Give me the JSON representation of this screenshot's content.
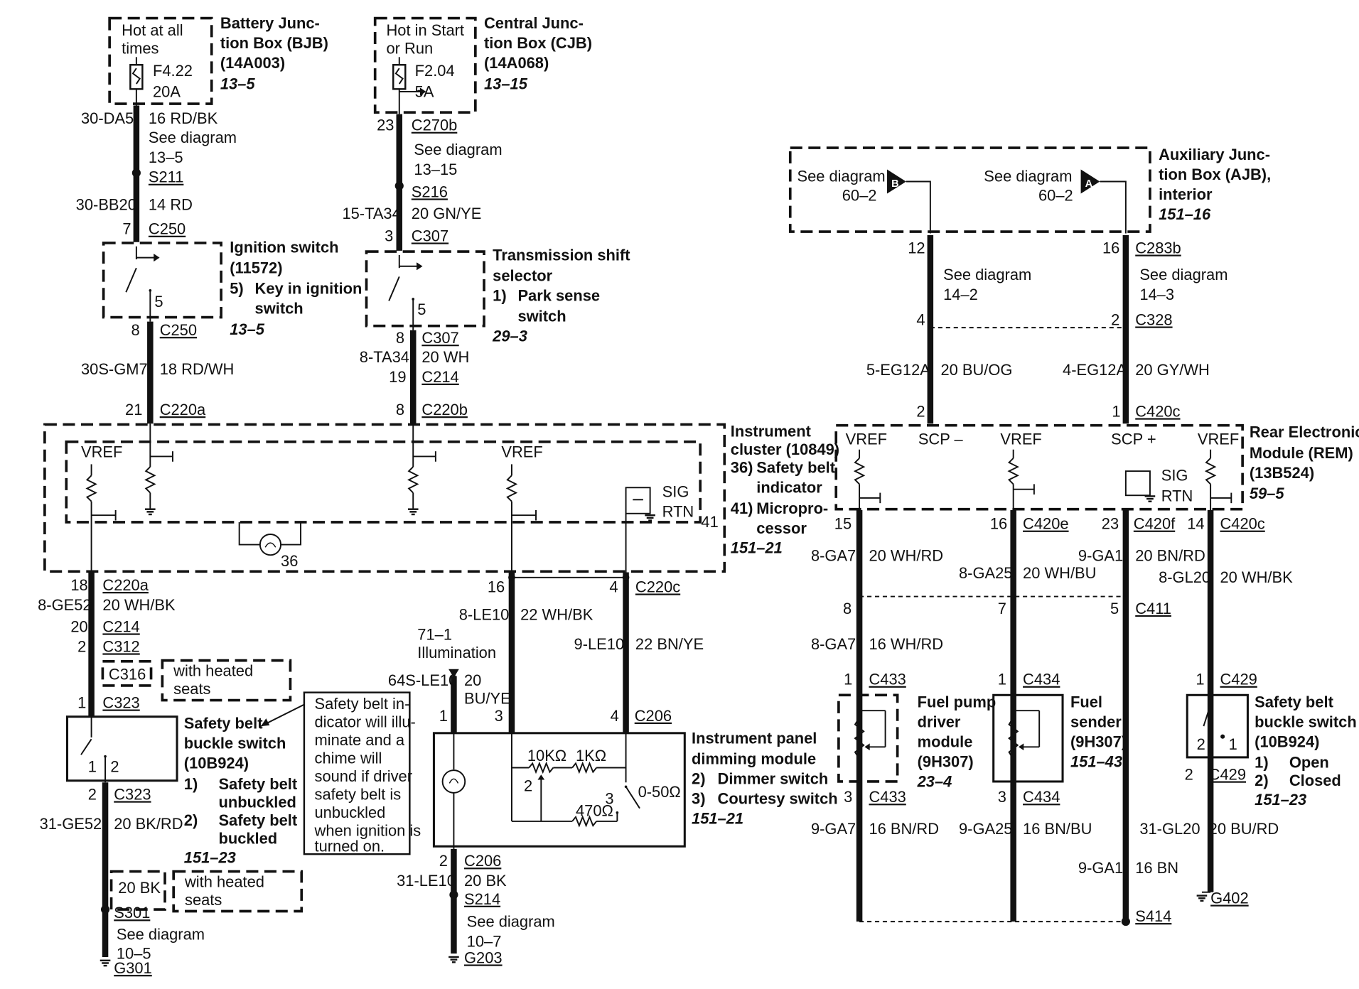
{
  "bjb": {
    "note1": "Hot at all",
    "note2": "times",
    "fuse_id": "F4.22",
    "fuse_rating": "20A",
    "title1": "Battery Junc-",
    "title2": "tion Box (BJB)",
    "title3": "(14A003)",
    "ref": "13–5"
  },
  "cjb": {
    "note1": "Hot in Start",
    "note2": "or Run",
    "fuse_id": "F2.04",
    "fuse_rating": "5A",
    "title1": "Central Junc-",
    "title2": "tion Box (CJB)",
    "title3": "(14A068)",
    "ref": "13–15"
  },
  "ajb": {
    "see1": "See diagram",
    "see1_ref": "60–2",
    "conn1": "B",
    "see2": "See diagram",
    "see2_ref": "60–2",
    "conn2": "A",
    "title1": "Auxiliary Junc-",
    "title2": "tion Box (AJB),",
    "title3": "interior",
    "ref": "151–16"
  },
  "ign": {
    "circuit1": "30-DA5",
    "wire1": "16 RD/BK",
    "see1": "See diagram",
    "see1_ref": "13–5",
    "splice": "S211",
    "circuit2": "30-BB20",
    "wire2": "14 RD",
    "pin_in": "7",
    "conn_in": "C250",
    "pin_sw": "5",
    "title1": "Ignition switch",
    "title2": "(11572)",
    "note_num": "5)",
    "note1": "Key in ignition",
    "note2": "switch",
    "ref": "13–5",
    "pin_out": "8",
    "conn_out": "C250",
    "circuit3": "30S-GM7",
    "wire3": "18 RD/WH",
    "pin_ic": "21",
    "conn_ic": "C220a"
  },
  "trans": {
    "pin_c270": "23",
    "conn_c270": "C270b",
    "see1": "See diagram",
    "see1_ref": "13–15",
    "splice": "S216",
    "circuit1": "15-TA34",
    "wire1": "20 GN/YE",
    "pin_in": "3",
    "conn_in": "C307",
    "pin_sw": "5",
    "title1": "Transmission shift",
    "title2": "selector",
    "note_num": "1)",
    "note1": "Park sense",
    "note2": "switch",
    "ref": "29–3",
    "pin_out": "8",
    "conn_out": "C307",
    "circuit2": "8-TA34",
    "wire2": "20 WH",
    "pin_c214": "19",
    "conn_c214": "C214",
    "pin_ic": "8",
    "conn_ic": "C220b"
  },
  "cluster": {
    "vref1": "VREF",
    "vref2": "VREF",
    "sig": "SIG",
    "rtn": "RTN",
    "pin41": "41",
    "lamp": "36",
    "title1": "Instrument",
    "title2": "cluster (10849)",
    "n36": "36)",
    "t36a": "Safety belt",
    "t36b": "indicator",
    "n41": "41)",
    "t41a": "Micropro-",
    "t41b": "cessor",
    "ref": "151–21"
  },
  "belt": {
    "pin_c220": "18",
    "conn_c220": "C220a",
    "circuit1": "8-GE52",
    "wire1": "20 WH/BK",
    "pin_c214": "20",
    "conn_c214": "C214",
    "pin_c312": "2",
    "conn_c312": "C312",
    "conn_c316": "C316",
    "heated1a": "with heated",
    "heated1b": "seats",
    "pin_c323": "1",
    "conn_c323": "C323",
    "pin_sw1": "1",
    "pin_sw2": "2",
    "title1": "Safety belt",
    "title2": "buckle switch",
    "title3": "(10B924)",
    "n1": "1)",
    "s1a": "Safety belt",
    "s1b": "unbuckled",
    "n2": "2)",
    "s2a": "Safety belt",
    "s2b": "buckled",
    "ref": "151–23",
    "pin_c323b": "2",
    "conn_c323b": "C323",
    "circuit2": "31-GE52",
    "wire2": "20 BK/RD",
    "wire3": "20 BK",
    "heated2a": "with heated",
    "heated2b": "seats",
    "splice": "S301",
    "see": "See diagram",
    "see_ref": "10–5",
    "ground": "G301",
    "callout": [
      "Safety belt in-",
      "dicator will illu-",
      "minate and a",
      "chime will",
      "sound if driver",
      "safety belt is",
      "unbuckled",
      "when ignition is",
      "turned on."
    ]
  },
  "dimmer": {
    "pin16": "16",
    "pin4": "4",
    "conn_c220c": "C220c",
    "circuit_le10": "8-LE10",
    "wire_le10": "22 WH/BK",
    "illum_ref": "71–1",
    "illum": "Illumination",
    "circuit_9le10": "9-LE10",
    "wire_9le10": "22 BN/YE",
    "circuit_64s": "64S-LE10",
    "wire_64s_a": "20",
    "wire_64s_b": "BU/YE",
    "pin1": "1",
    "pin3": "3",
    "pin4b": "4",
    "conn_c206": "C206",
    "r10k": "10KΩ",
    "r1k": "1KΩ",
    "r470": "470Ω",
    "pot": "0-50Ω",
    "sw2": "2",
    "sw3": "3",
    "title1": "Instrument panel",
    "title2": "dimming module",
    "n2": "2)",
    "t2": "Dimmer switch",
    "n3": "3)",
    "t3": "Courtesy switch",
    "ref": "151–21",
    "pin2": "2",
    "conn_c206b": "C206",
    "circuit2": "31-LE10",
    "wire2": "20 BK",
    "splice": "S214",
    "see": "See diagram",
    "see_ref": "10–7",
    "ground": "G203"
  },
  "rem": {
    "pin12": "12",
    "pin16": "16",
    "conn_c283b": "C283b",
    "see1": "See diagram",
    "see1_ref": "14–2",
    "see2": "See diagram",
    "see2_ref": "14–3",
    "pin4": "4",
    "pin2": "2",
    "conn_c328": "C328",
    "circuit1": "5-EG12A",
    "wire1": "20 BU/OG",
    "circuit2": "4-EG12A",
    "wire2": "20 GY/WH",
    "pin2b": "2",
    "pin1b": "1",
    "conn_c420c": "C420c",
    "vref1": "VREF",
    "scpm": "SCP –",
    "vref2": "VREF",
    "scpp": "SCP +",
    "vref3": "VREF",
    "sig": "SIG",
    "rtn": "RTN",
    "title1": "Rear Electronic",
    "title2": "Module (REM)",
    "title3": "(13B524)",
    "ref": "59–5",
    "pin15": "15",
    "pin16b": "16",
    "conn_c420e": "C420e",
    "pin23": "23",
    "conn_c420f": "C420f",
    "pin14": "14",
    "conn_c420c_b": "C420c"
  },
  "fuel": {
    "circuit_ga7": "8-GA7",
    "wire_ga7": "20 WH/RD",
    "circuit_ga25": "8-GA25",
    "wire_ga25": "20 WH/BU",
    "circuit_ga1": "9-GA1",
    "wire_ga1": "20 BN/RD",
    "circuit_gl20": "8-GL20",
    "wire_gl20": "20 WH/BK",
    "pin8": "8",
    "pin7": "7",
    "pin5": "5",
    "conn_c411": "C411",
    "circuit_ga7b": "8-GA7",
    "wire_ga7b": "16 WH/RD",
    "pin1a": "1",
    "conn_c433": "C433",
    "pin1b": "1",
    "conn_c434": "C434",
    "pin1c": "1",
    "conn_c429": "C429",
    "pump1": "Fuel pump",
    "pump2": "driver",
    "pump3": "module",
    "pump4": "(9H307)",
    "pump_ref": "23–4",
    "sender1": "Fuel",
    "sender2": "sender",
    "sender3": "(9H307)",
    "sender_ref": "151–43",
    "sb1": "Safety belt",
    "sb2": "buckle switch",
    "sb3": "(10B924)",
    "sb_n1": "1)",
    "sb_t1": "Open",
    "sb_n2": "2)",
    "sb_t2": "Closed",
    "sb_ref": "151–23",
    "sw_pin2": "2",
    "sw_pin1": "1",
    "pin3a": "3",
    "conn_c433b": "C433",
    "pin3b": "3",
    "conn_c434b": "C434",
    "pin2c": "2",
    "conn_c429b": "C429",
    "circuit_9ga7": "9-GA7",
    "wire_9ga7": "16 BN/RD",
    "circuit_9ga25": "9-GA25",
    "wire_9ga25": "16 BN/BU",
    "circuit_31gl20": "31-GL20",
    "wire_31gl20": "20 BU/RD",
    "circuit_9ga1": "9-GA1",
    "wire_9ga1": "16 BN",
    "ground": "G402",
    "splice": "S414"
  }
}
